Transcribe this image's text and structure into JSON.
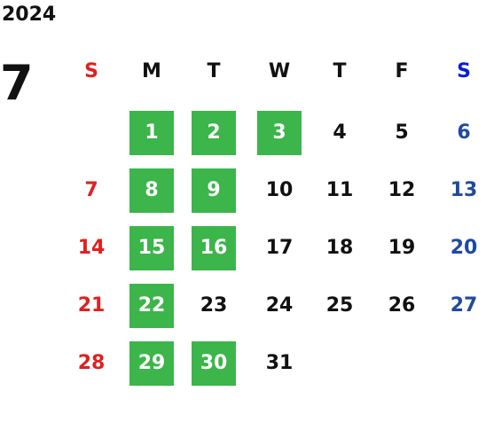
{
  "calendar": {
    "year": "2024",
    "month": "7",
    "weekdays": [
      "S",
      "M",
      "T",
      "W",
      "T",
      "F",
      "S"
    ],
    "colors": {
      "sunday": "#e02020",
      "saturday_header": "#0a1fd0",
      "saturday": "#1f4aa0",
      "weekday": "#111111",
      "highlight_bg": "#3cb54a",
      "highlight_text": "#ffffff"
    },
    "weeks": [
      [
        {
          "label": "",
          "highlight": false
        },
        {
          "label": "1",
          "highlight": true
        },
        {
          "label": "2",
          "highlight": true
        },
        {
          "label": "3",
          "highlight": true
        },
        {
          "label": "4",
          "highlight": false
        },
        {
          "label": "5",
          "highlight": false
        },
        {
          "label": "6",
          "highlight": false
        }
      ],
      [
        {
          "label": "7",
          "highlight": false
        },
        {
          "label": "8",
          "highlight": true
        },
        {
          "label": "9",
          "highlight": true
        },
        {
          "label": "10",
          "highlight": false
        },
        {
          "label": "11",
          "highlight": false
        },
        {
          "label": "12",
          "highlight": false
        },
        {
          "label": "13",
          "highlight": false
        }
      ],
      [
        {
          "label": "14",
          "highlight": false
        },
        {
          "label": "15",
          "highlight": true
        },
        {
          "label": "16",
          "highlight": true
        },
        {
          "label": "17",
          "highlight": false
        },
        {
          "label": "18",
          "highlight": false
        },
        {
          "label": "19",
          "highlight": false
        },
        {
          "label": "20",
          "highlight": false
        }
      ],
      [
        {
          "label": "21",
          "highlight": false
        },
        {
          "label": "22",
          "highlight": true
        },
        {
          "label": "23",
          "highlight": false
        },
        {
          "label": "24",
          "highlight": false
        },
        {
          "label": "25",
          "highlight": false
        },
        {
          "label": "26",
          "highlight": false
        },
        {
          "label": "27",
          "highlight": false
        }
      ],
      [
        {
          "label": "28",
          "highlight": false
        },
        {
          "label": "29",
          "highlight": true
        },
        {
          "label": "30",
          "highlight": true
        },
        {
          "label": "31",
          "highlight": false
        },
        {
          "label": "",
          "highlight": false
        },
        {
          "label": "",
          "highlight": false
        },
        {
          "label": "",
          "highlight": false
        }
      ]
    ]
  }
}
